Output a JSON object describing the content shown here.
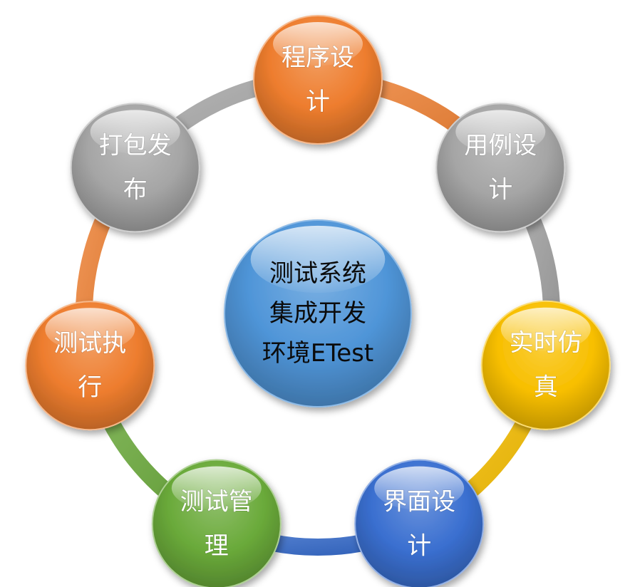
{
  "center": {
    "lines": [
      "测试系统",
      "集成开发",
      "环境ETest"
    ],
    "color": "#4f95d8"
  },
  "nodes": [
    {
      "id": "program-design",
      "lines": [
        "程序设",
        "计"
      ],
      "color": "#ee7d2e"
    },
    {
      "id": "case-design",
      "lines": [
        "用例设",
        "计"
      ],
      "color": "#a5a5a5"
    },
    {
      "id": "realtime-sim",
      "lines": [
        "实时仿",
        "真"
      ],
      "color": "#f8bf00"
    },
    {
      "id": "ui-design",
      "lines": [
        "界面设",
        "计"
      ],
      "color": "#3a6fd0"
    },
    {
      "id": "test-management",
      "lines": [
        "测试管",
        "理"
      ],
      "color": "#6aaa3a"
    },
    {
      "id": "test-execution",
      "lines": [
        "测试执",
        "行"
      ],
      "color": "#ee7d2e"
    },
    {
      "id": "package-release",
      "lines": [
        "打包发",
        "布"
      ],
      "color": "#a5a5a5"
    }
  ],
  "ring_arcs": [
    {
      "from": "program-design",
      "to": "case-design",
      "color": "#ee7d2e"
    },
    {
      "from": "case-design",
      "to": "realtime-sim",
      "color": "#a5a5a5"
    },
    {
      "from": "realtime-sim",
      "to": "ui-design",
      "color": "#f8bf00"
    },
    {
      "from": "ui-design",
      "to": "test-management",
      "color": "#3a6fd0"
    },
    {
      "from": "test-management",
      "to": "test-execution",
      "color": "#6aaa3a"
    },
    {
      "from": "test-execution",
      "to": "package-release",
      "color": "#ee7d2e"
    },
    {
      "from": "package-release",
      "to": "program-design",
      "color": "#a5a5a5"
    }
  ]
}
